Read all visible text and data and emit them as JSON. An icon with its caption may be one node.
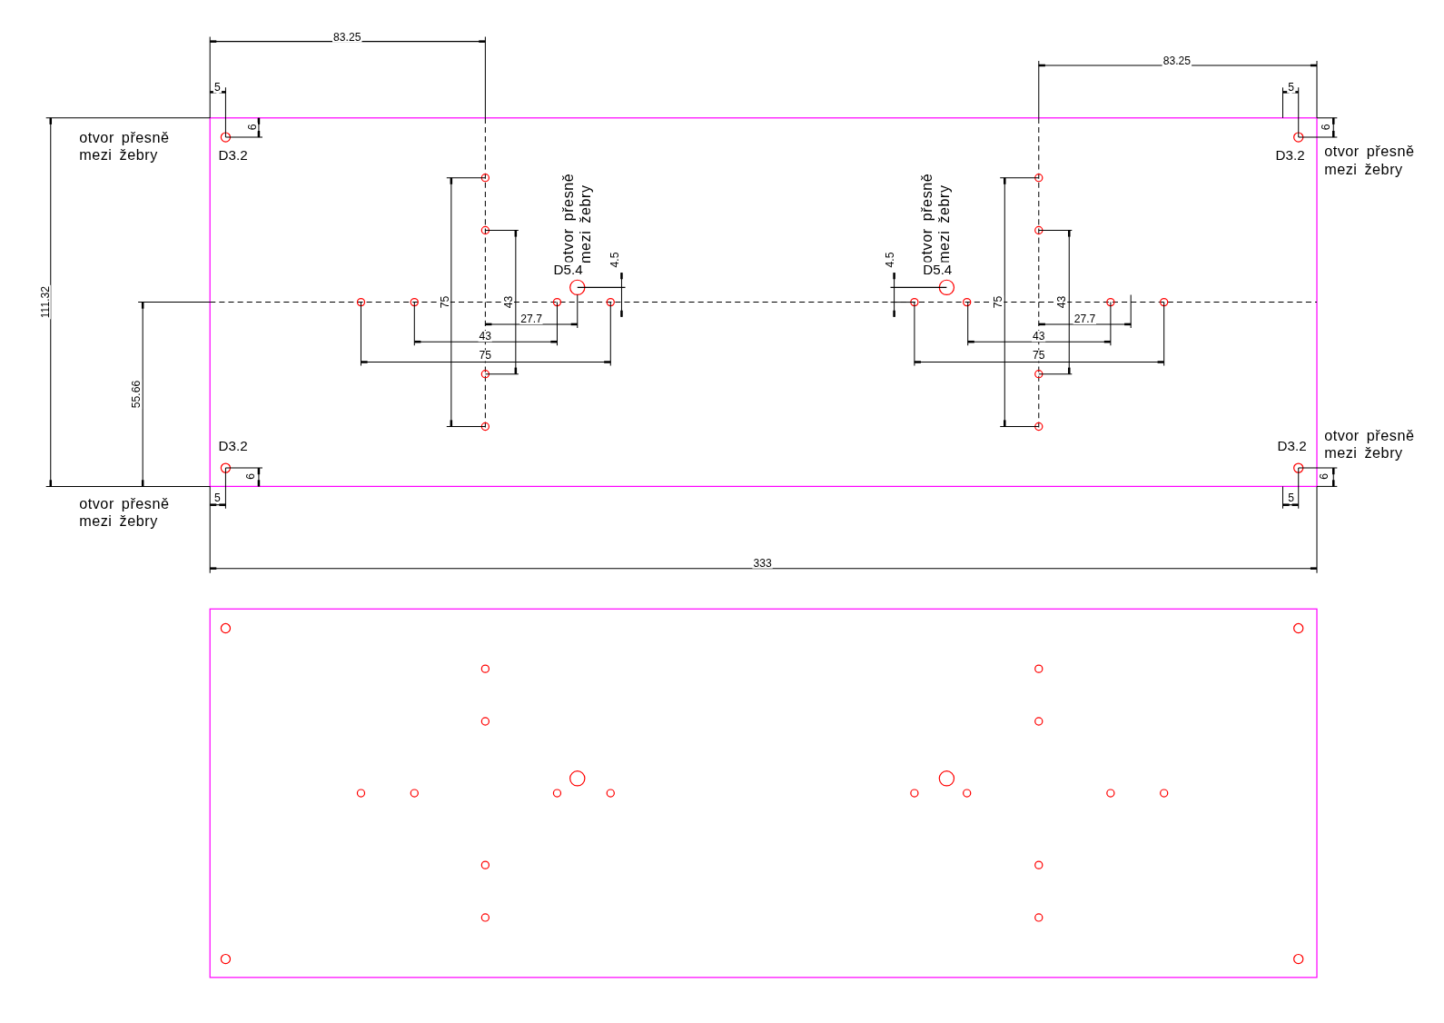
{
  "diagram": {
    "labels": [
      "83.25",
      "83.25",
      "5",
      "5",
      "6",
      "6",
      "otvor přesně mezi žebry",
      "D3.2",
      "D3.2",
      "otvor přesně mezi žebry",
      "otvor přesně mezi žebry",
      "otvor přesně mezi žebry",
      "4.5",
      "D5.4",
      "4.5",
      "D5.4",
      "111.32",
      "75",
      "43",
      "75",
      "43",
      "27.7",
      "27.7",
      "43",
      "43",
      "75",
      "75",
      "55.66",
      "otvor přesně mezi žebry",
      "D3.2",
      "D3.2",
      "6",
      "6",
      "otvor přesně mezi žebry",
      "5",
      "5",
      "333"
    ]
  }
}
